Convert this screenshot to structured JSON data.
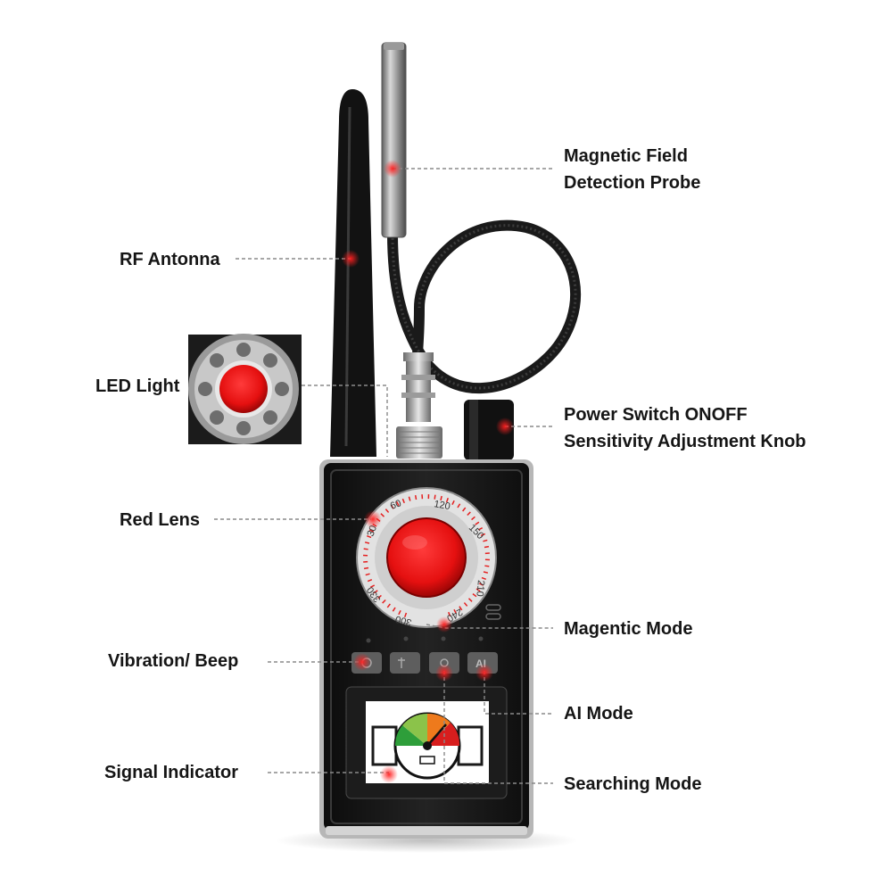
{
  "labels": {
    "magnetic_probe_line1": "Magnetic Field",
    "magnetic_probe_line2": "Detection Probe",
    "rf_antenna": "RF Antonna",
    "led_light": "LED Light",
    "power_switch_line1": "Power Switch ONOFF",
    "power_switch_line2": "Sensitivity Adjustment Knob",
    "red_lens": "Red Lens",
    "magnetic_mode": "Magentic Mode",
    "vibration_beep": "Vibration/ Beep",
    "ai_mode": "AI Mode",
    "signal_indicator": "Signal Indicator",
    "searching_mode": "Searching Mode"
  },
  "dial": {
    "ticks": [
      "60",
      "120",
      "150",
      "210",
      "240",
      "300",
      "330",
      "30"
    ]
  },
  "buttons": {
    "ai_button_label": "AI"
  },
  "colors": {
    "accent_red": "#e51f1f",
    "device_body": "#171717",
    "gauge_green": "#2e9e3a",
    "gauge_orange": "#ee7a1c",
    "gauge_red": "#d81e1e"
  },
  "icons": [
    "rf-antenna-icon",
    "magnetic-probe-icon",
    "led-ring-icon",
    "lens-icon",
    "vibration-icon",
    "beep-icon",
    "search-icon",
    "battery-icon"
  ]
}
